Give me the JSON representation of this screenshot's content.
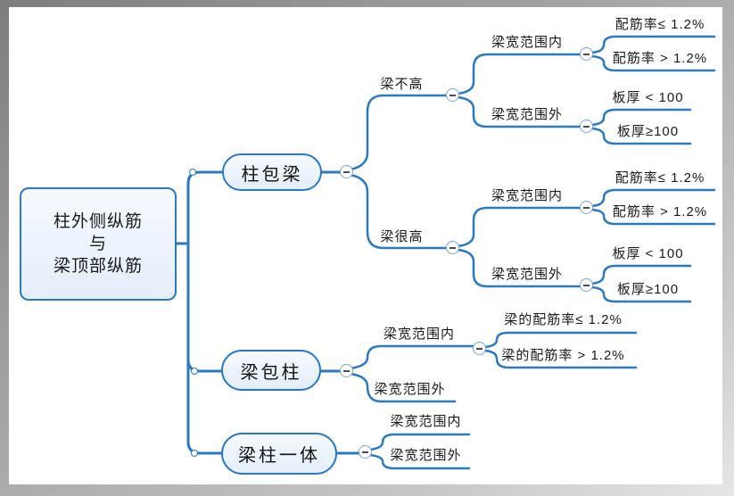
{
  "colors": {
    "line": "#2E79BD",
    "node_border": "#2E79BD",
    "node_fill": "#E9F1FA",
    "text": "#1A1A1A",
    "frame": "#9C9C9C",
    "background": "#FFFFFF"
  },
  "root": {
    "label": "柱外侧纵筋\n与\n梁顶部纵筋"
  },
  "branches": [
    {
      "label": "柱包梁",
      "children": [
        {
          "label": "梁不高",
          "children": [
            {
              "label": "梁宽范围内",
              "children": [
                {
                  "label": "配筋率≤ 1.2%"
                },
                {
                  "label": "配筋率 > 1.2%"
                }
              ]
            },
            {
              "label": "梁宽范围外",
              "children": [
                {
                  "label": "板厚 < 100"
                },
                {
                  "label": "板厚≥100"
                }
              ]
            }
          ]
        },
        {
          "label": "梁很高",
          "children": [
            {
              "label": "梁宽范围内",
              "children": [
                {
                  "label": "配筋率≤ 1.2%"
                },
                {
                  "label": "配筋率 > 1.2%"
                }
              ]
            },
            {
              "label": "梁宽范围外",
              "children": [
                {
                  "label": "板厚 < 100"
                },
                {
                  "label": "板厚≥100"
                }
              ]
            }
          ]
        }
      ]
    },
    {
      "label": "梁包柱",
      "children": [
        {
          "label": "梁宽范围内",
          "children": [
            {
              "label": "梁的配筋率≤ 1.2%"
            },
            {
              "label": "梁的配筋率 > 1.2%"
            }
          ]
        },
        {
          "label": "梁宽范围外",
          "children": []
        }
      ]
    },
    {
      "label": "梁柱一体",
      "children": [
        {
          "label": "梁宽范围内"
        },
        {
          "label": "梁宽范围外"
        }
      ]
    }
  ]
}
